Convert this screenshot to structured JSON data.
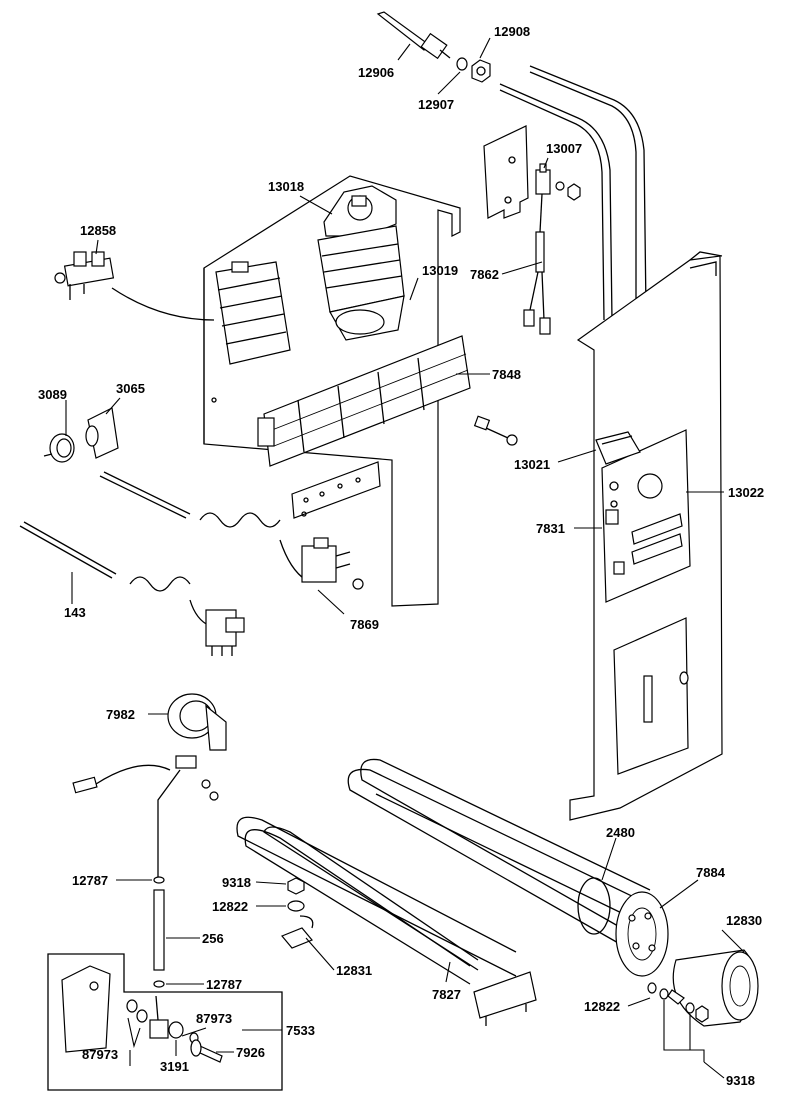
{
  "callouts": {
    "p12906": "12906",
    "p12907": "12907",
    "p12908": "12908",
    "p13007": "13007",
    "p13018": "13018",
    "p12858": "12858",
    "p13019": "13019",
    "p7862": "7862",
    "p7848": "7848",
    "p3089": "3089",
    "p3065": "3065",
    "p13021": "13021",
    "p13022": "13022",
    "p7831": "7831",
    "p143": "143",
    "p7869": "7869",
    "p7982": "7982",
    "p2480": "2480",
    "p7884": "7884",
    "p12787a": "12787",
    "p9318a": "9318",
    "p12822a": "12822",
    "p256": "256",
    "p12830": "12830",
    "p12787b": "12787",
    "p12831": "12831",
    "p7827": "7827",
    "p12822b": "12822",
    "p87973a": "87973",
    "p7533": "7533",
    "p87973b": "87973",
    "p3191": "3191",
    "p7926": "7926",
    "p9318b": "9318"
  }
}
